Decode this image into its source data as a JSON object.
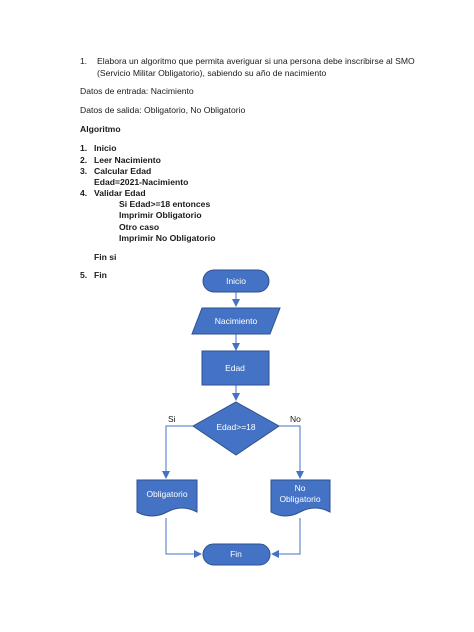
{
  "task": {
    "number": "1.",
    "line1": "Elabora un algoritmo que permita averiguar si una persona debe inscribirse al SMO",
    "line2": "(Servicio Militar Obligatorio), sabiendo su año de nacimiento"
  },
  "inputs_text": "Datos de entrada: Nacimiento",
  "outputs_text": "Datos de salida: Obligatorio, No Obligatorio",
  "algorithm": {
    "heading": "Algoritmo",
    "steps": [
      {
        "num": "1.",
        "text": "Inicio"
      },
      {
        "num": "2.",
        "text": "Leer Nacimiento"
      },
      {
        "num": "3.",
        "text": "Calcular Edad"
      },
      {
        "num": "",
        "text": "Edad=2021-Nacimiento"
      },
      {
        "num": "4.",
        "text": "Validar Edad"
      }
    ],
    "sub": [
      "Si Edad>=18 entonces",
      "Imprimir Obligatorio",
      "Otro caso",
      "Imprimir No Obligatorio"
    ],
    "end_if": "Fin si",
    "final": {
      "num": "5.",
      "text": "Fin"
    }
  },
  "flowchart": {
    "start": "Inicio",
    "input": "Nacimiento",
    "process": "Edad",
    "decision": "Edad>=18",
    "yes_label": "Si",
    "no_label": "No",
    "out_yes": "Obligatorio",
    "out_no_line1": "No",
    "out_no_line2": "Obligatorio",
    "end": "Fin",
    "colors": {
      "fill": "#4472c4",
      "stroke": "#2f528f",
      "line": "#4472c4",
      "text": "#ffffff"
    }
  }
}
